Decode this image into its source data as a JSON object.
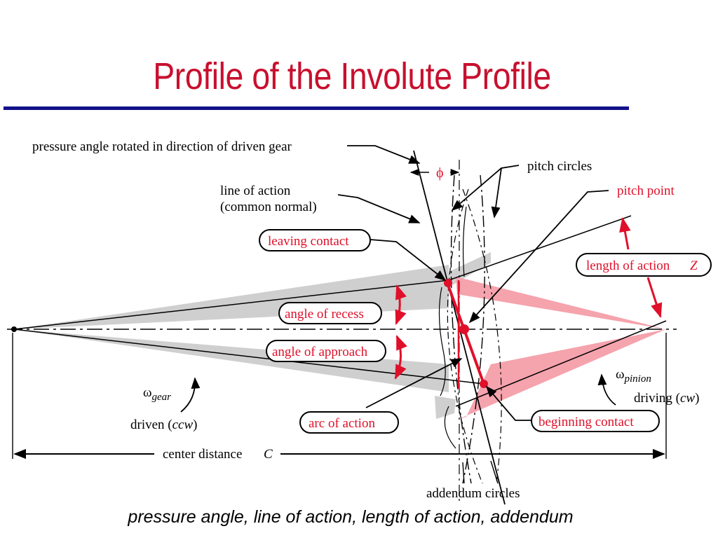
{
  "slide": {
    "title": "Profile of the Involute Profile",
    "caption": "pressure angle, line of action, length of action, addendum"
  },
  "diagram": {
    "labels": {
      "pressure_angle_note": "pressure angle rotated in direction of driven gear",
      "phi": "ϕ",
      "pitch_circles": "pitch circles",
      "line_of_action_1": "line of action",
      "line_of_action_2": "(common normal)",
      "pitch_point": "pitch point",
      "leaving_contact": "leaving contact",
      "length_of_action": "length of action",
      "length_of_action_symbol": "Z",
      "angle_of_recess": "angle of recess",
      "angle_of_approach": "angle of approach",
      "omega_gear": "ω",
      "omega_gear_sub": "gear",
      "omega_pinion": "ω",
      "omega_pinion_sub": "pinion",
      "driving": "driving (",
      "driving_dir": "cw",
      "driving_close": ")",
      "driven": "driven (",
      "driven_dir": "ccw",
      "driven_close": ")",
      "arc_of_action": "arc of action",
      "beginning_contact": "beginning contact",
      "center_distance": "center distance",
      "center_distance_symbol": "C",
      "addendum_circles": "addendum circles"
    },
    "colors": {
      "title": "#c8102e",
      "accent_red": "#e0102a",
      "gray_fill": "#cfcfcf",
      "pink_fill": "#f5a3ad",
      "rule": "#13128a"
    }
  }
}
